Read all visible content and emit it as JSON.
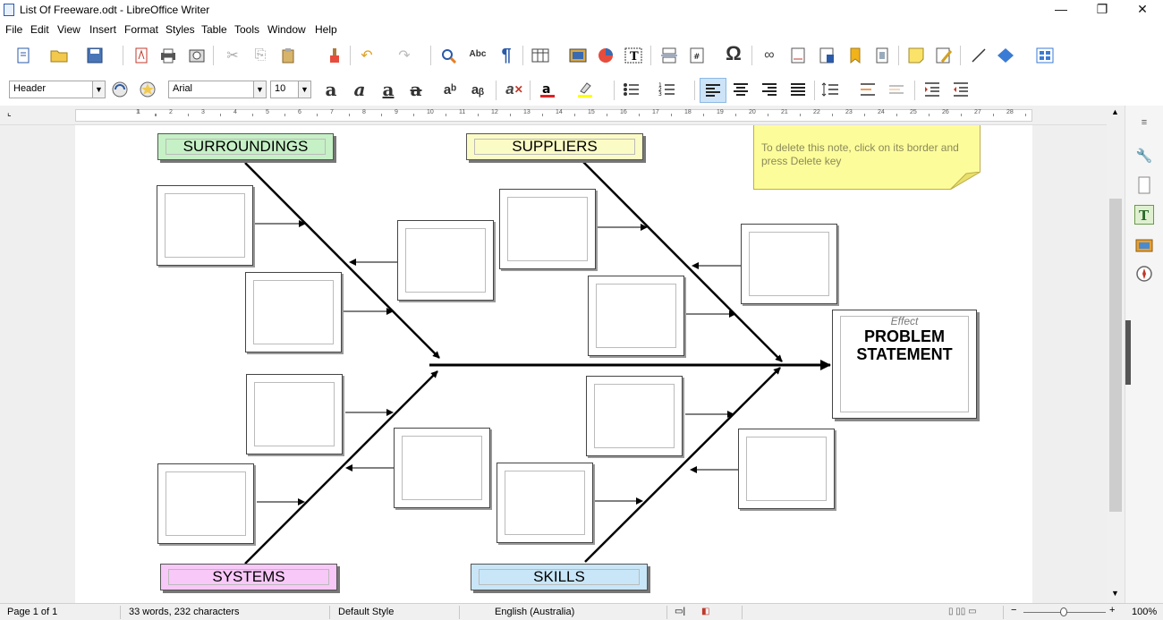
{
  "window": {
    "title": "List Of Freeware.odt - LibreOffice Writer",
    "minimize": "—",
    "maximize": "❐",
    "close": "✕"
  },
  "menu": [
    "File",
    "Edit",
    "View",
    "Insert",
    "Format",
    "Styles",
    "Table",
    "Tools",
    "Window",
    "Help"
  ],
  "format": {
    "paragraph_style": "Header",
    "font_name": "Arial",
    "font_size": "10"
  },
  "ruler": {
    "numbers": [
      "1",
      "1",
      "2",
      "3",
      "4",
      "5",
      "6",
      "7",
      "8",
      "9",
      "10",
      "11",
      "12",
      "13",
      "14",
      "15",
      "16",
      "17",
      "18",
      "19",
      "20",
      "21",
      "22",
      "23",
      "24",
      "25",
      "26",
      "27",
      "28"
    ]
  },
  "diagram": {
    "categories": {
      "surroundings": "SURROUNDINGS",
      "suppliers": "SUPPLIERS",
      "systems": "SYSTEMS",
      "skills": "SKILLS"
    },
    "effect_label": "Effect",
    "problem_statement": "PROBLEM STATEMENT",
    "note_text": "To delete this note, click on its border and press Delete key",
    "colors": {
      "surroundings": "#c6f0c6",
      "suppliers": "#fbfbc6",
      "systems": "#f8c8f8",
      "skills": "#c8e6f8",
      "note": "#fdfc9b"
    }
  },
  "status": {
    "page": "Page 1 of 1",
    "words": "33 words, 232 characters",
    "style": "Default Style",
    "language": "English (Australia)",
    "zoom": "100%"
  }
}
